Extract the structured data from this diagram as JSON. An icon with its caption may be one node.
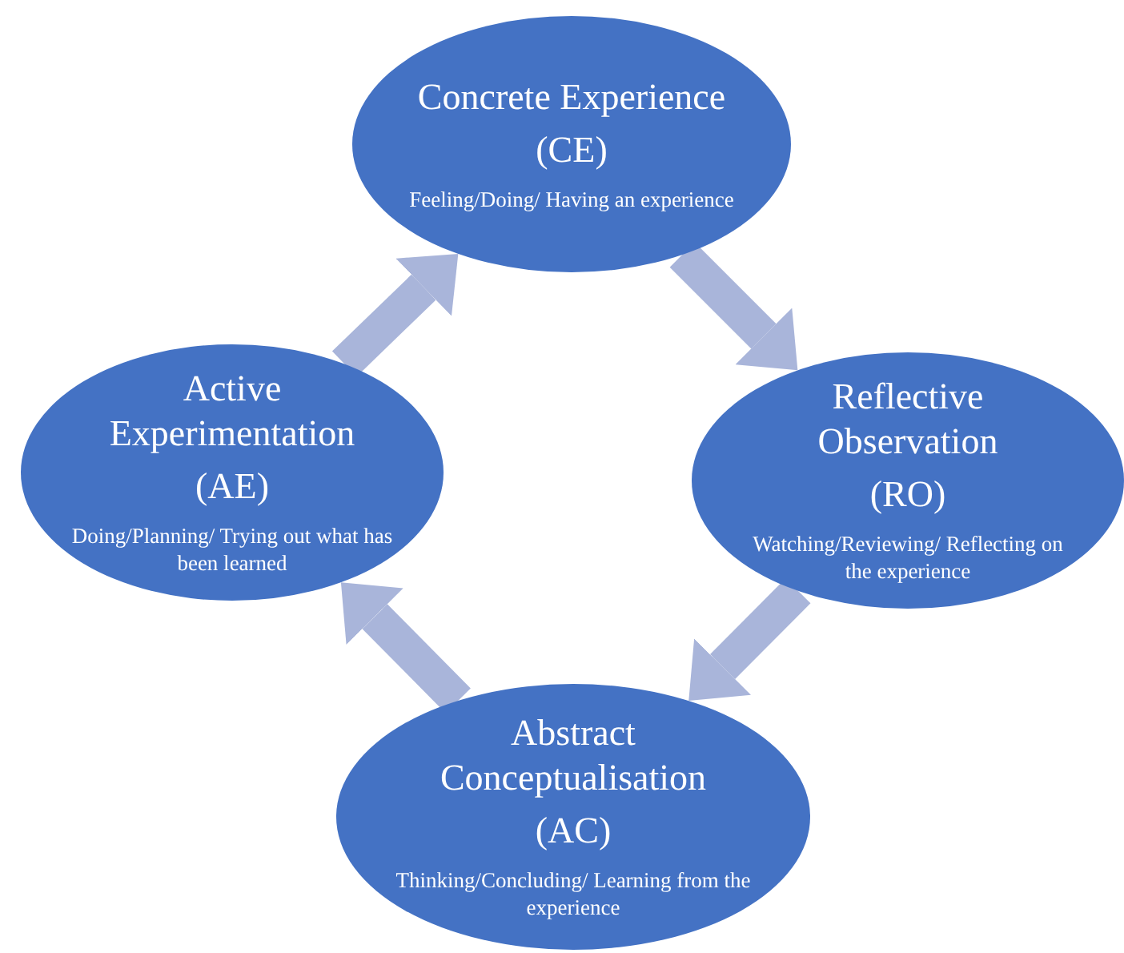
{
  "diagram": {
    "nodes": [
      {
        "text": [
          "Concrete Experience",
          "(CE)",
          "Feeling/Doing/ Having an experience"
        ]
      },
      {
        "text": [
          "Reflective Observation",
          "(RO)",
          "Watching/Reviewing/ Reflecting on the experience"
        ]
      },
      {
        "text": [
          "Abstract Conceptualisation",
          "(AC)",
          "Thinking/Concluding/ Learning from the experience"
        ]
      },
      {
        "text": [
          "Active Experimentation",
          "(AE)",
          "Doing/Planning/ Trying out what has been learned"
        ]
      }
    ],
    "edges": [
      {
        "from": 0,
        "to": 1,
        "arrow": "to"
      },
      {
        "from": 1,
        "to": 2,
        "arrow": "to"
      },
      {
        "from": 2,
        "to": 3,
        "arrow": "to"
      },
      {
        "from": 3,
        "to": 0,
        "arrow": "to"
      }
    ]
  }
}
